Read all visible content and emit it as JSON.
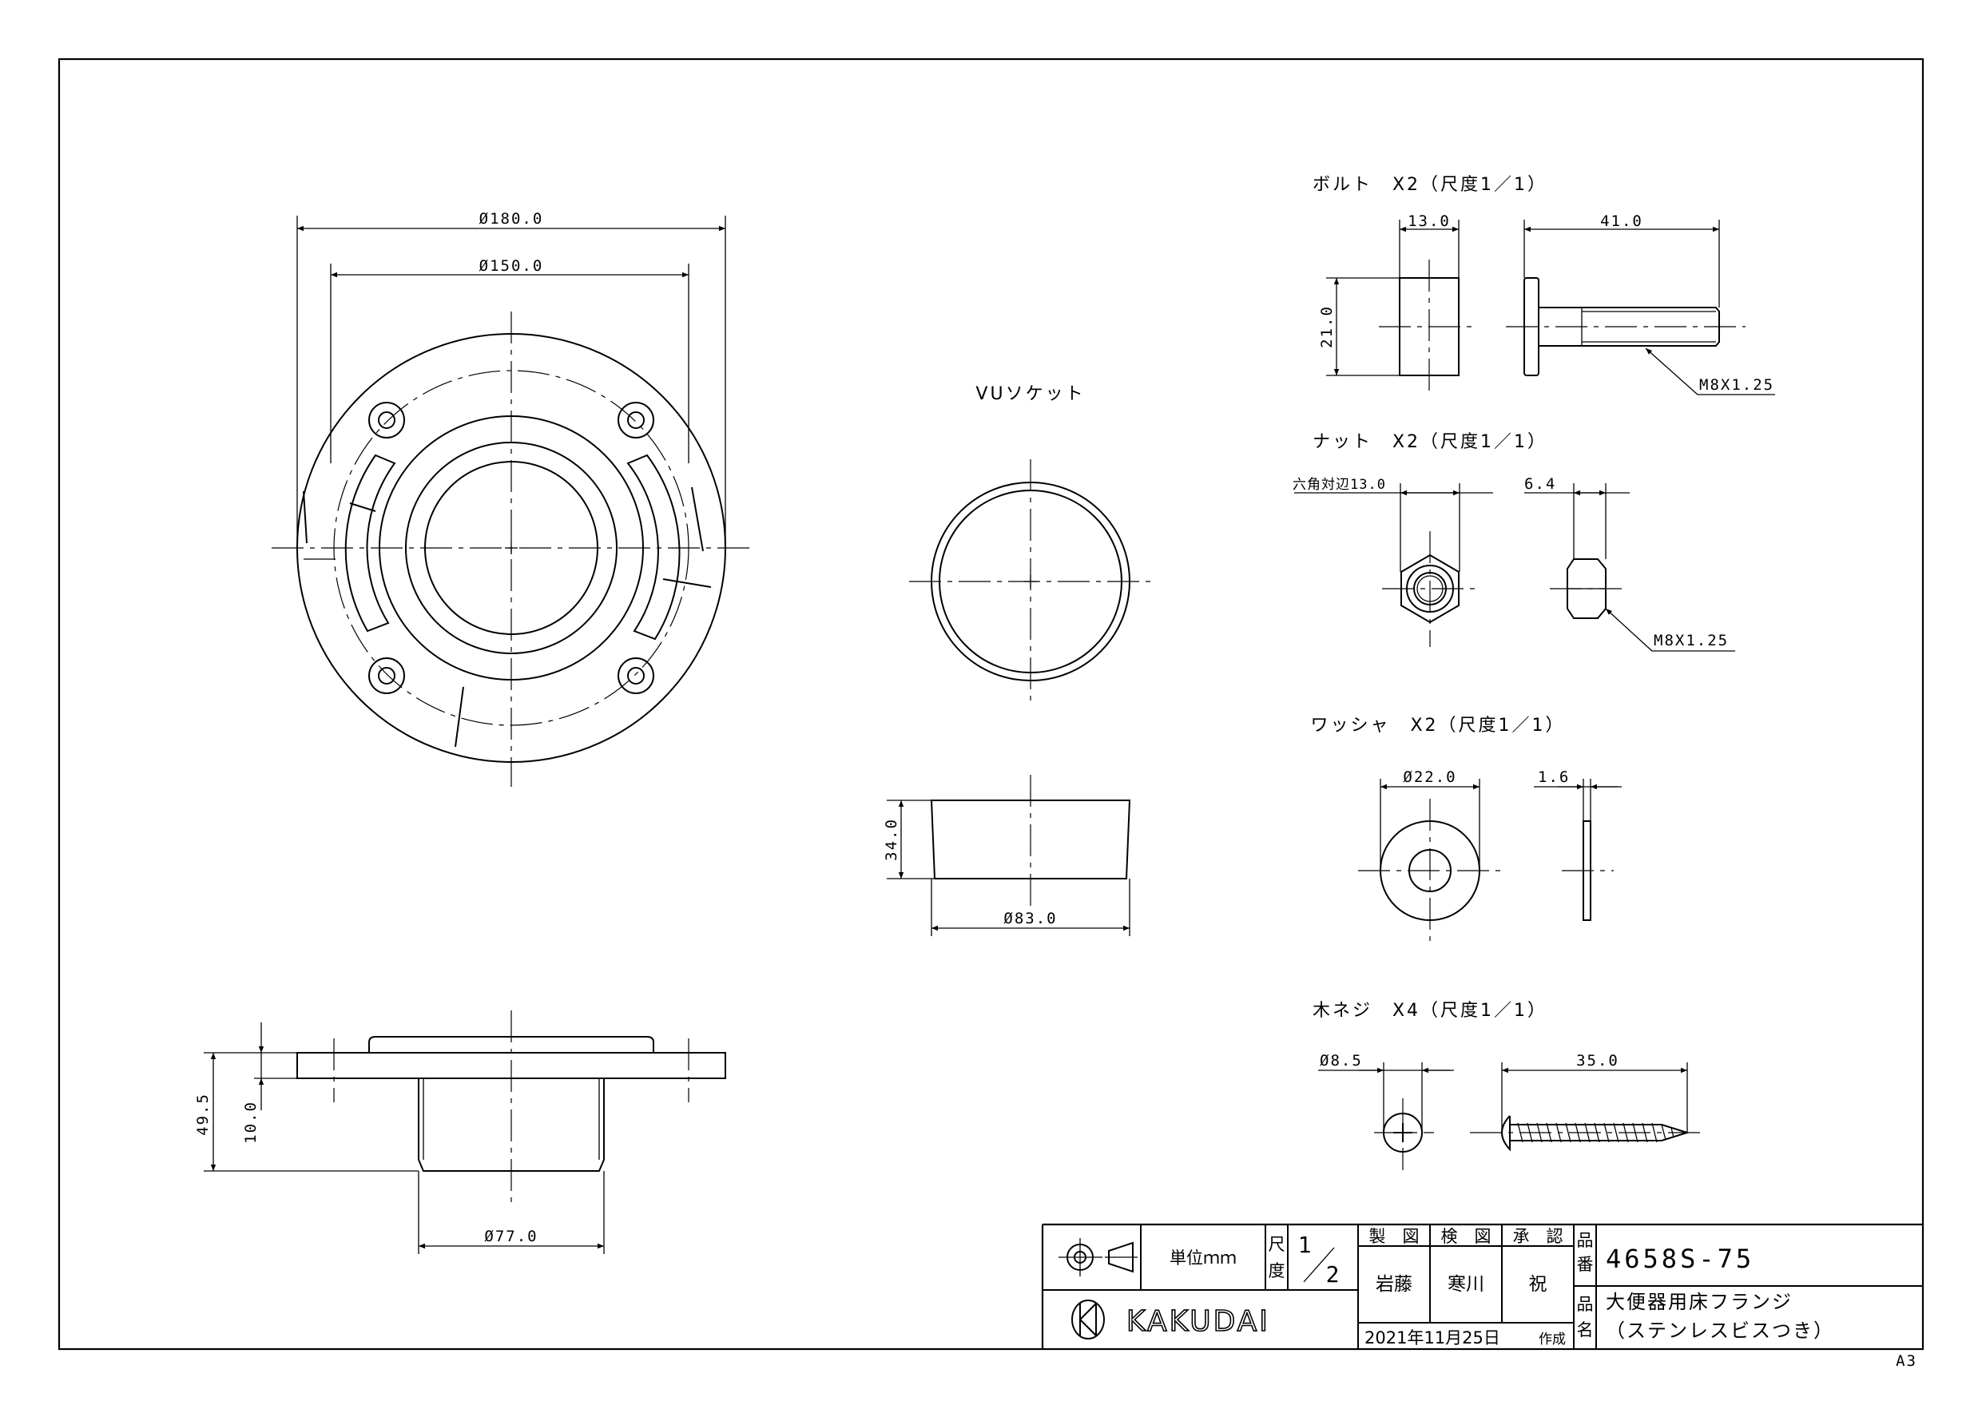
{
  "drawing": {
    "flange_dims": {
      "outer_dia": "Ø180.0",
      "bolt_circle": "Ø150.0",
      "height": "49.5",
      "thickness": "10.0",
      "spigot_dia": "Ø77.0"
    },
    "vu_socket": {
      "title": "VUソケット",
      "height": "34.0",
      "dia": "Ø83.0"
    },
    "bolt": {
      "title": "ボルト　X2（尺度1／1）",
      "head_width": "13.0",
      "length": "41.0",
      "head_height": "21.0",
      "thread": "M8X1.25"
    },
    "nut": {
      "title": "ナット　X2（尺度1／1）",
      "across_flats": "六角対辺13.0",
      "thickness": "6.4",
      "thread": "M8X1.25"
    },
    "washer": {
      "title": "ワッシャ　X2（尺度1／1）",
      "dia": "Ø22.0",
      "thickness": "1.6"
    },
    "screw": {
      "title": "木ネジ　X4（尺度1／1）",
      "head_dia": "Ø8.5",
      "length": "35.0"
    }
  },
  "title_block": {
    "unit_label": "単位ｍｍ",
    "scale_label_1": "尺",
    "scale_label_2": "度",
    "scale_num": "1",
    "scale_den": "2",
    "h_made": "製　図",
    "h_checked": "検　図",
    "h_approved": "承　認",
    "made_by": "岩藤",
    "checked_by": "寒川",
    "approved_by": "祝",
    "date": "2021年11月25日",
    "created": "作成",
    "part_no_label_1": "品",
    "part_no_label_2": "番",
    "part_no": "4658S-75",
    "name_label_1": "品",
    "name_label_2": "名",
    "name_line1": "大便器用床フランジ",
    "name_line2": "（ステンレスビスつき）",
    "company": "KAKUDAI"
  },
  "sheet_size": "A3"
}
